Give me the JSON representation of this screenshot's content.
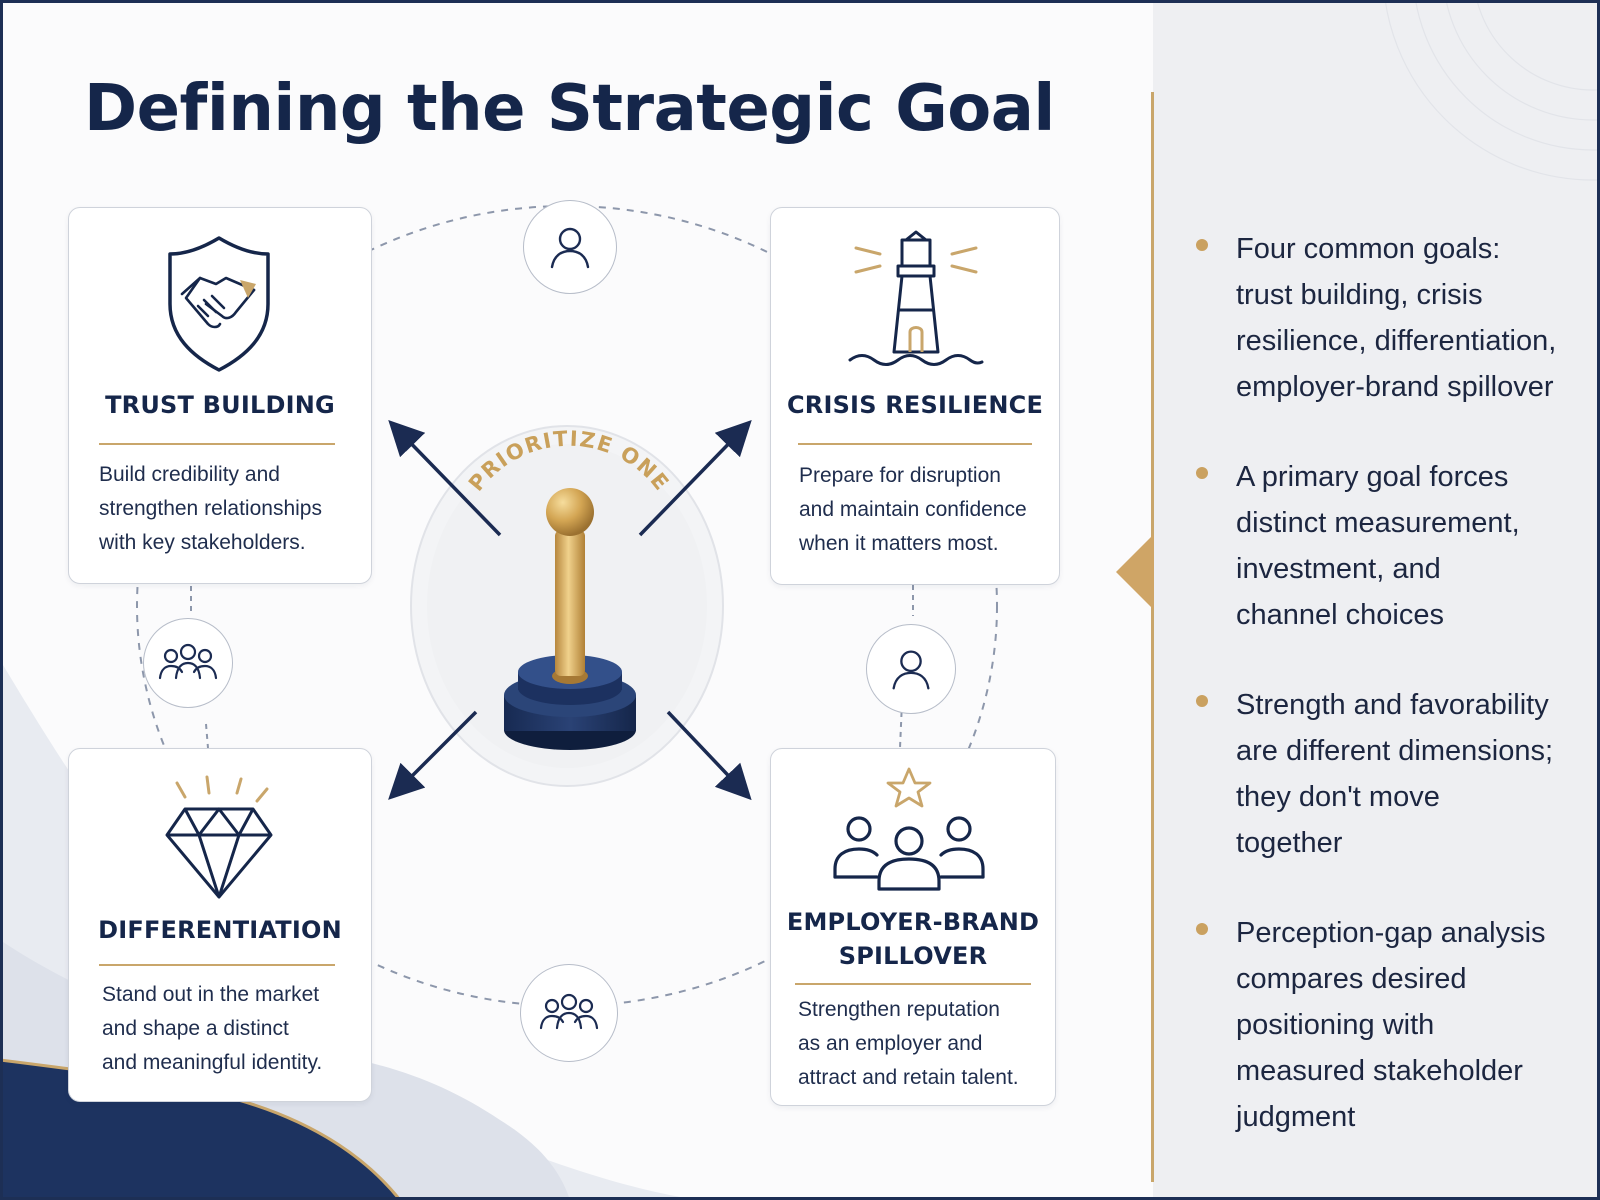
{
  "title": "Defining the Strategic Goal",
  "center": {
    "arc_label": "PRIORITIZE ONE",
    "icon": "joystick-lever-icon"
  },
  "cards": {
    "trust": {
      "title": "TRUST BUILDING",
      "desc": [
        "Build credibility and",
        "strengthen relationships",
        "with key stakeholders."
      ],
      "icon": "shield-handshake-icon"
    },
    "crisis": {
      "title": "CRISIS RESILIENCE",
      "desc": [
        "Prepare for disruption",
        "and maintain confidence",
        "when it matters most."
      ],
      "icon": "lighthouse-icon"
    },
    "differentiation": {
      "title": "DIFFERENTIATION",
      "desc": [
        "Stand out in the market",
        "and shape a distinct",
        "and meaningful identity."
      ],
      "icon": "diamond-icon"
    },
    "employer": {
      "title_lines": [
        "EMPLOYER-BRAND",
        "SPILLOVER"
      ],
      "desc": [
        "Strengthen reputation",
        "as an employer and",
        "attract and retain talent."
      ],
      "icon": "people-star-icon"
    }
  },
  "stakeholder_icons": [
    "person-icon",
    "group-icon",
    "person-icon",
    "group-icon"
  ],
  "bullets": [
    [
      "Four common goals:",
      "trust building, crisis",
      "resilience, differentiation,",
      "employer-brand spillover"
    ],
    [
      "A primary goal forces",
      "distinct measurement,",
      "investment, and",
      "channel choices"
    ],
    [
      "Strength and favorability",
      "are different dimensions;",
      "they don't move",
      "together"
    ],
    [
      "Perception-gap analysis",
      "compares desired",
      "positioning with",
      "measured stakeholder",
      "judgment"
    ]
  ],
  "colors": {
    "navy": "#15264a",
    "gold": "#c9a66b",
    "panel": "#eeeff2"
  }
}
